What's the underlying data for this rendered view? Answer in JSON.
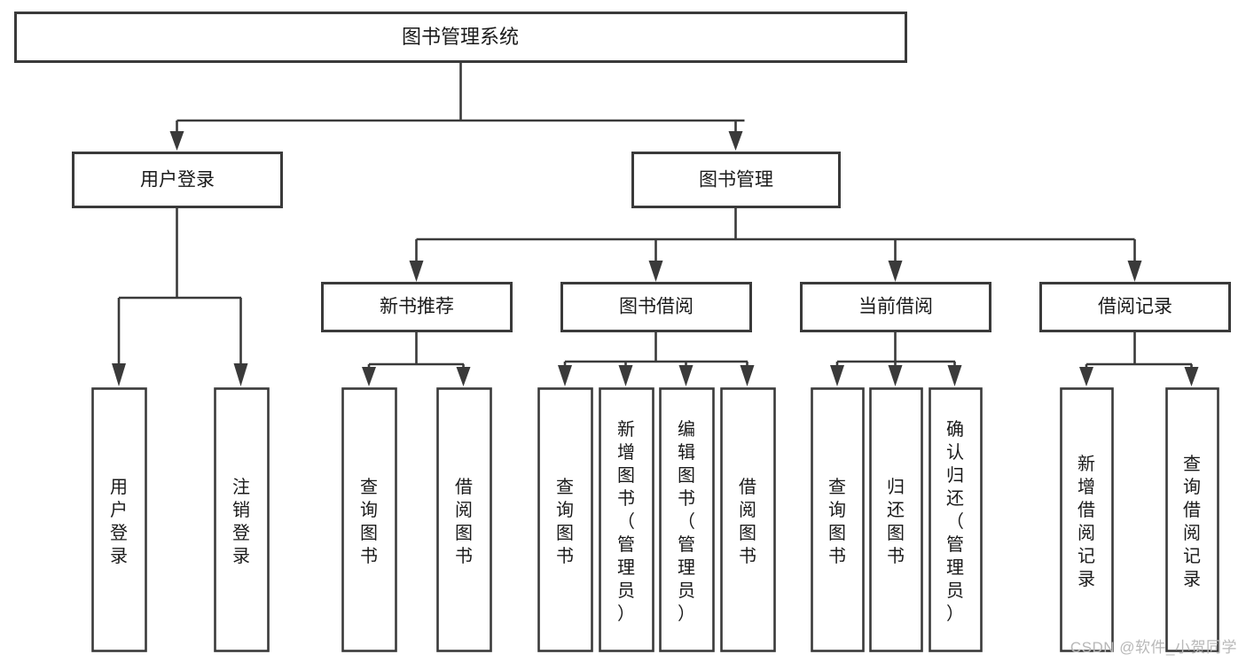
{
  "diagram": {
    "title": "图书管理系统",
    "type": "tree-hierarchy-chart",
    "watermark": "CSDN @软件_小贺同学",
    "colors": {
      "stroke": "#3a3a3a",
      "box_fill": "#ffffff",
      "text": "#1a1a1a",
      "watermark": "#b8b8b8",
      "background": "#ffffff"
    },
    "root": {
      "label": "图书管理系统"
    },
    "level2": [
      {
        "label": "用户登录"
      },
      {
        "label": "图书管理"
      }
    ],
    "level3": [
      {
        "label": "新书推荐"
      },
      {
        "label": "图书借阅"
      },
      {
        "label": "当前借阅"
      },
      {
        "label": "借阅记录"
      }
    ],
    "leaves": {
      "user_login": [
        {
          "label": "用户登录"
        },
        {
          "label": "注销登录"
        }
      ],
      "new_book_recommend": [
        {
          "label": "查询图书"
        },
        {
          "label": "借阅图书"
        }
      ],
      "book_borrow": [
        {
          "label": "查询图书"
        },
        {
          "label": "新增图书（管理员）"
        },
        {
          "label": "编辑图书（管理员）"
        },
        {
          "label": "借阅图书"
        }
      ],
      "current_borrow": [
        {
          "label": "查询图书"
        },
        {
          "label": "归还图书"
        },
        {
          "label": "确认归还（管理员）"
        }
      ],
      "borrow_record": [
        {
          "label": "新增借阅记录"
        },
        {
          "label": "查询借阅记录"
        }
      ]
    }
  }
}
